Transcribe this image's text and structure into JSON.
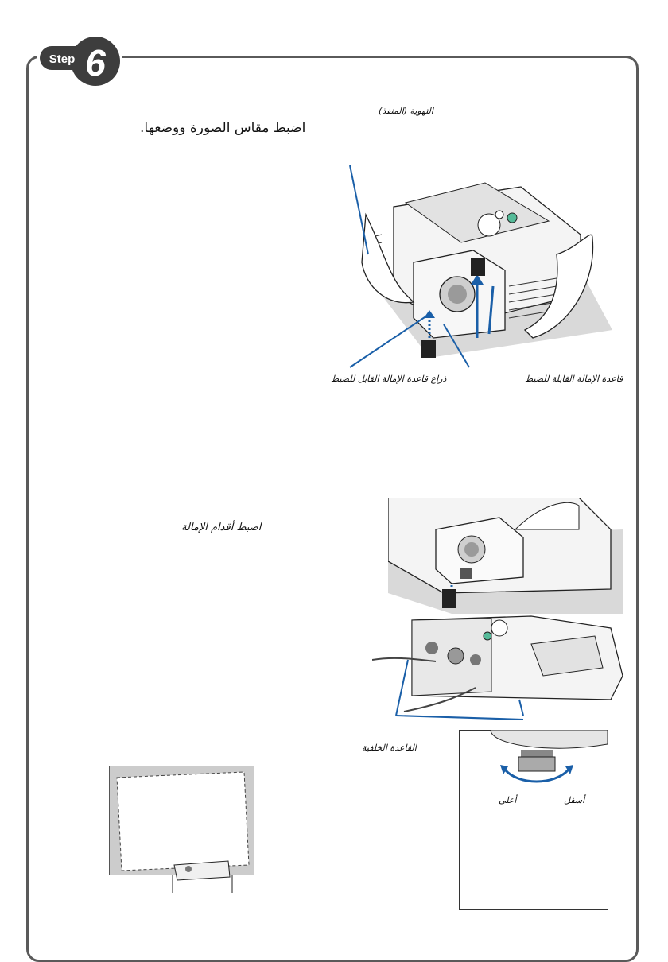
{
  "step": {
    "prefix": "Step",
    "number": "6"
  },
  "texts": {
    "top_label": "التهوية (المنفذ)",
    "heading": "اضبط مقاس الصورة ووضعها.",
    "label_lever": "ذراع قاعدة الإمالة القابل للضبط",
    "label_foot": "قاعدة الإمالة القابلة للضبط",
    "heading_feet": "اضبط أقدام الإمالة",
    "label_rear_foot": "القاعدة الخلفية",
    "label_up": "أعلى",
    "label_down": "أسفل"
  },
  "colors": {
    "frame": "#5a5a5a",
    "callout": "#1a5fa8",
    "badge": "#3d3d3d"
  }
}
